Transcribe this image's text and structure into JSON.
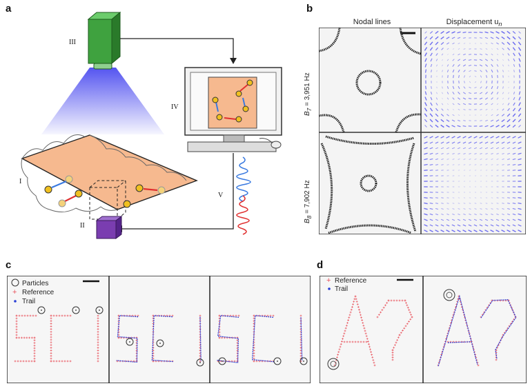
{
  "panels": {
    "a": {
      "letter": "a",
      "labels": [
        "I",
        "II",
        "III",
        "IV",
        "V"
      ]
    },
    "b": {
      "letter": "b",
      "col_titles": [
        "Nodal lines",
        "Displacement u"
      ],
      "col_title_subscript": "n",
      "rows": [
        {
          "mode": "B",
          "mode_sub": "7",
          "freq": " = 3,951 Hz"
        },
        {
          "mode": "B",
          "mode_sub": "8",
          "freq": " = 7,902 Hz"
        }
      ]
    },
    "c": {
      "letter": "c",
      "legend": [
        "Particles",
        "Reference",
        "Trail"
      ],
      "text": "SCI"
    },
    "d": {
      "letter": "d",
      "legend": [
        "Reference",
        "Trail"
      ],
      "text": "A?"
    }
  },
  "colors": {
    "plate": "#f6b98f",
    "camera_green": "#3a9a3a",
    "actuator": "#7a3db0",
    "light_blue": "#5b5bf0",
    "reference_red": "#e8505a",
    "trail_blue": "#2a3fd6",
    "particle_yellow": "#f0c020",
    "signal_blue": "#3a7ae0",
    "signal_red": "#e03030"
  }
}
